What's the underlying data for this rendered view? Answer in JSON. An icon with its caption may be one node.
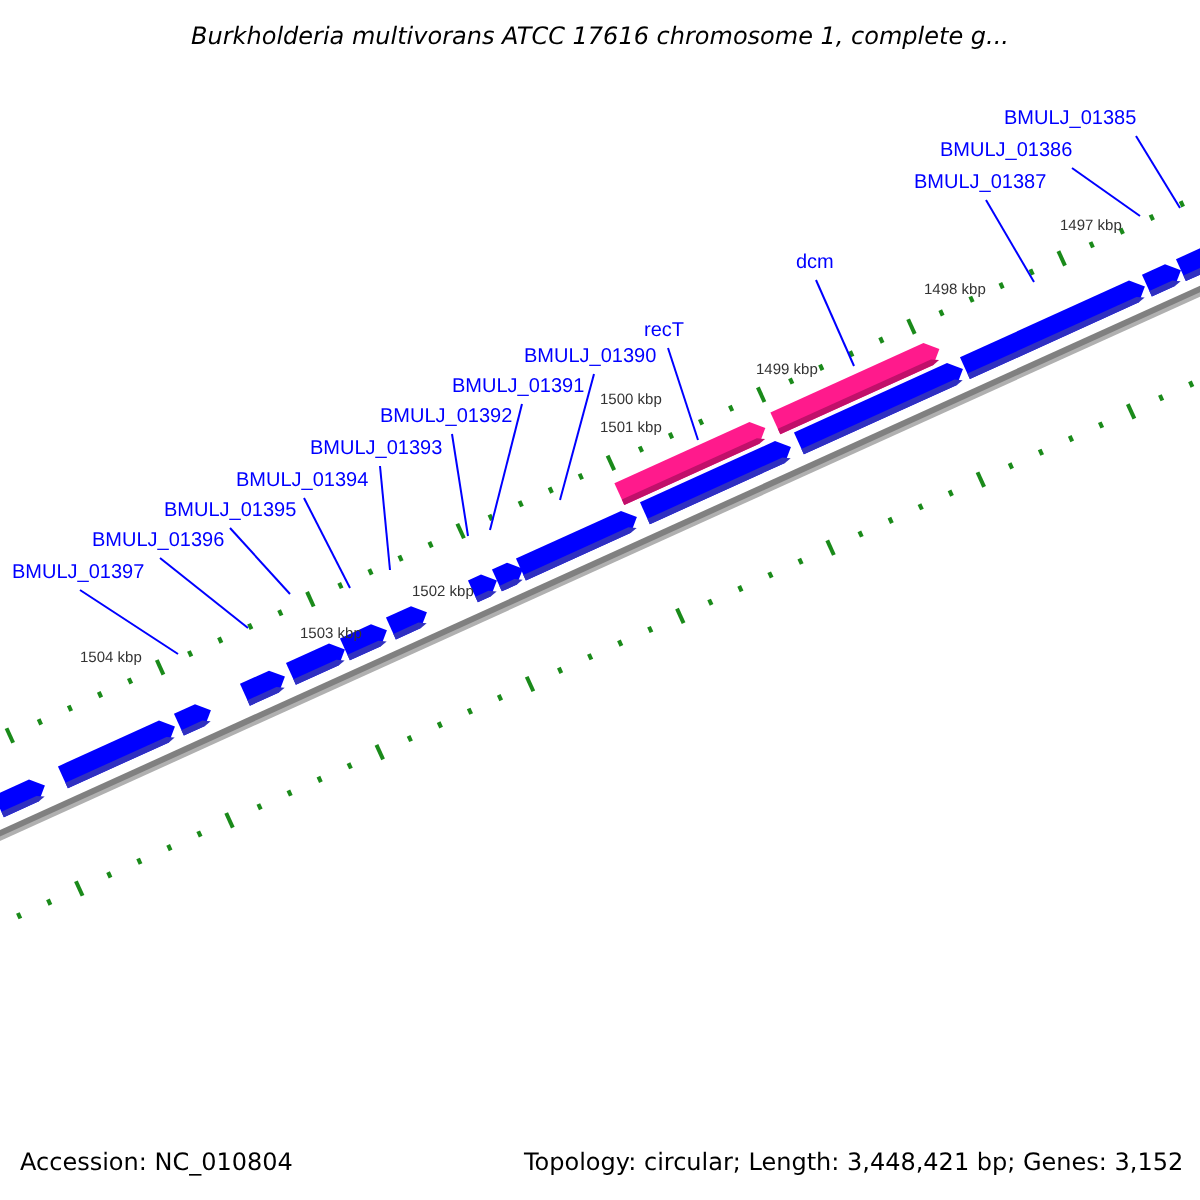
{
  "diagram": {
    "title": "Burkholderia multivorans ATCC 17616 chromosome 1, complete g...",
    "nodes": [
      {
        "text": [
          "BMULJ_01385"
        ]
      },
      {
        "text": [
          "BMULJ_01386"
        ]
      },
      {
        "text": [
          "BMULJ_01387"
        ]
      },
      {
        "text": [
          "dcm"
        ]
      },
      {
        "text": [
          "recT"
        ]
      },
      {
        "text": [
          "BMULJ_01390"
        ]
      },
      {
        "text": [
          "BMULJ_01391"
        ]
      },
      {
        "text": [
          "BMULJ_01392"
        ]
      },
      {
        "text": [
          "BMULJ_01393"
        ]
      },
      {
        "text": [
          "BMULJ_01394"
        ]
      },
      {
        "text": [
          "BMULJ_01395"
        ]
      },
      {
        "text": [
          "BMULJ_01396"
        ]
      },
      {
        "text": [
          "BMULJ_01397"
        ]
      }
    ],
    "edges": [
      {
        "from": 0,
        "to": null,
        "arrow": "none"
      },
      {
        "from": 1,
        "to": null,
        "arrow": "none"
      },
      {
        "from": 2,
        "to": null,
        "arrow": "none"
      },
      {
        "from": 3,
        "to": null,
        "arrow": "none"
      },
      {
        "from": 4,
        "to": null,
        "arrow": "none"
      },
      {
        "from": 5,
        "to": null,
        "arrow": "none"
      },
      {
        "from": 6,
        "to": null,
        "arrow": "none"
      },
      {
        "from": 7,
        "to": null,
        "arrow": "none"
      },
      {
        "from": 8,
        "to": null,
        "arrow": "none"
      },
      {
        "from": 9,
        "to": null,
        "arrow": "none"
      },
      {
        "from": 10,
        "to": null,
        "arrow": "none"
      },
      {
        "from": 11,
        "to": null,
        "arrow": "none"
      },
      {
        "from": 12,
        "to": null,
        "arrow": "none"
      }
    ],
    "labels": [
      "1497 kbp",
      "1498 kbp",
      "1499 kbp",
      "1500 kbp",
      "1501 kbp",
      "1502 kbp",
      "1503 kbp",
      "1504 kbp",
      "Accession: NC_010804",
      "Topology: circular; Length: 3,448,421 bp; Genes: 3,152"
    ]
  }
}
